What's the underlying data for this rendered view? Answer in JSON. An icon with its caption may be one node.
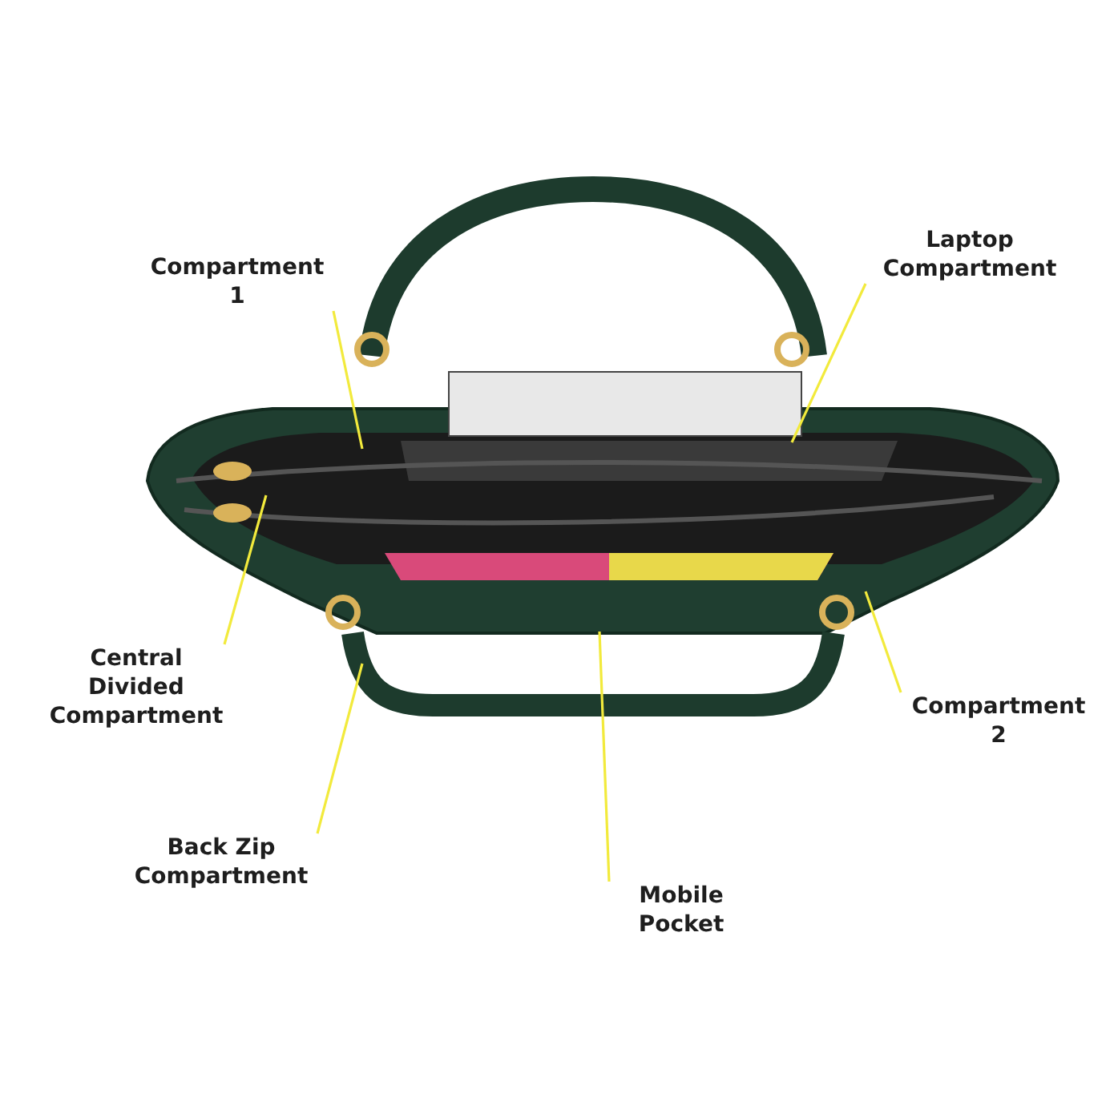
{
  "diagram": {
    "nodes": [
      {
        "text": [
          "Compartment 1"
        ]
      },
      {
        "text": [
          "Laptop Compartment"
        ]
      },
      {
        "text": [
          "Central Divided Compartment"
        ]
      },
      {
        "text": [
          "Compartment 2"
        ]
      },
      {
        "text": [
          "Back Zip Compartment"
        ]
      },
      {
        "text": [
          "Mobile Pocket"
        ]
      }
    ],
    "edges": [
      {
        "from": 0,
        "to": null,
        "arrow": "none"
      },
      {
        "from": 1,
        "to": null,
        "arrow": "none"
      },
      {
        "from": 2,
        "to": null,
        "arrow": "none"
      },
      {
        "from": 3,
        "to": null,
        "arrow": "none"
      },
      {
        "from": 4,
        "to": null,
        "arrow": "none"
      },
      {
        "from": 5,
        "to": null,
        "arrow": "none"
      }
    ]
  }
}
